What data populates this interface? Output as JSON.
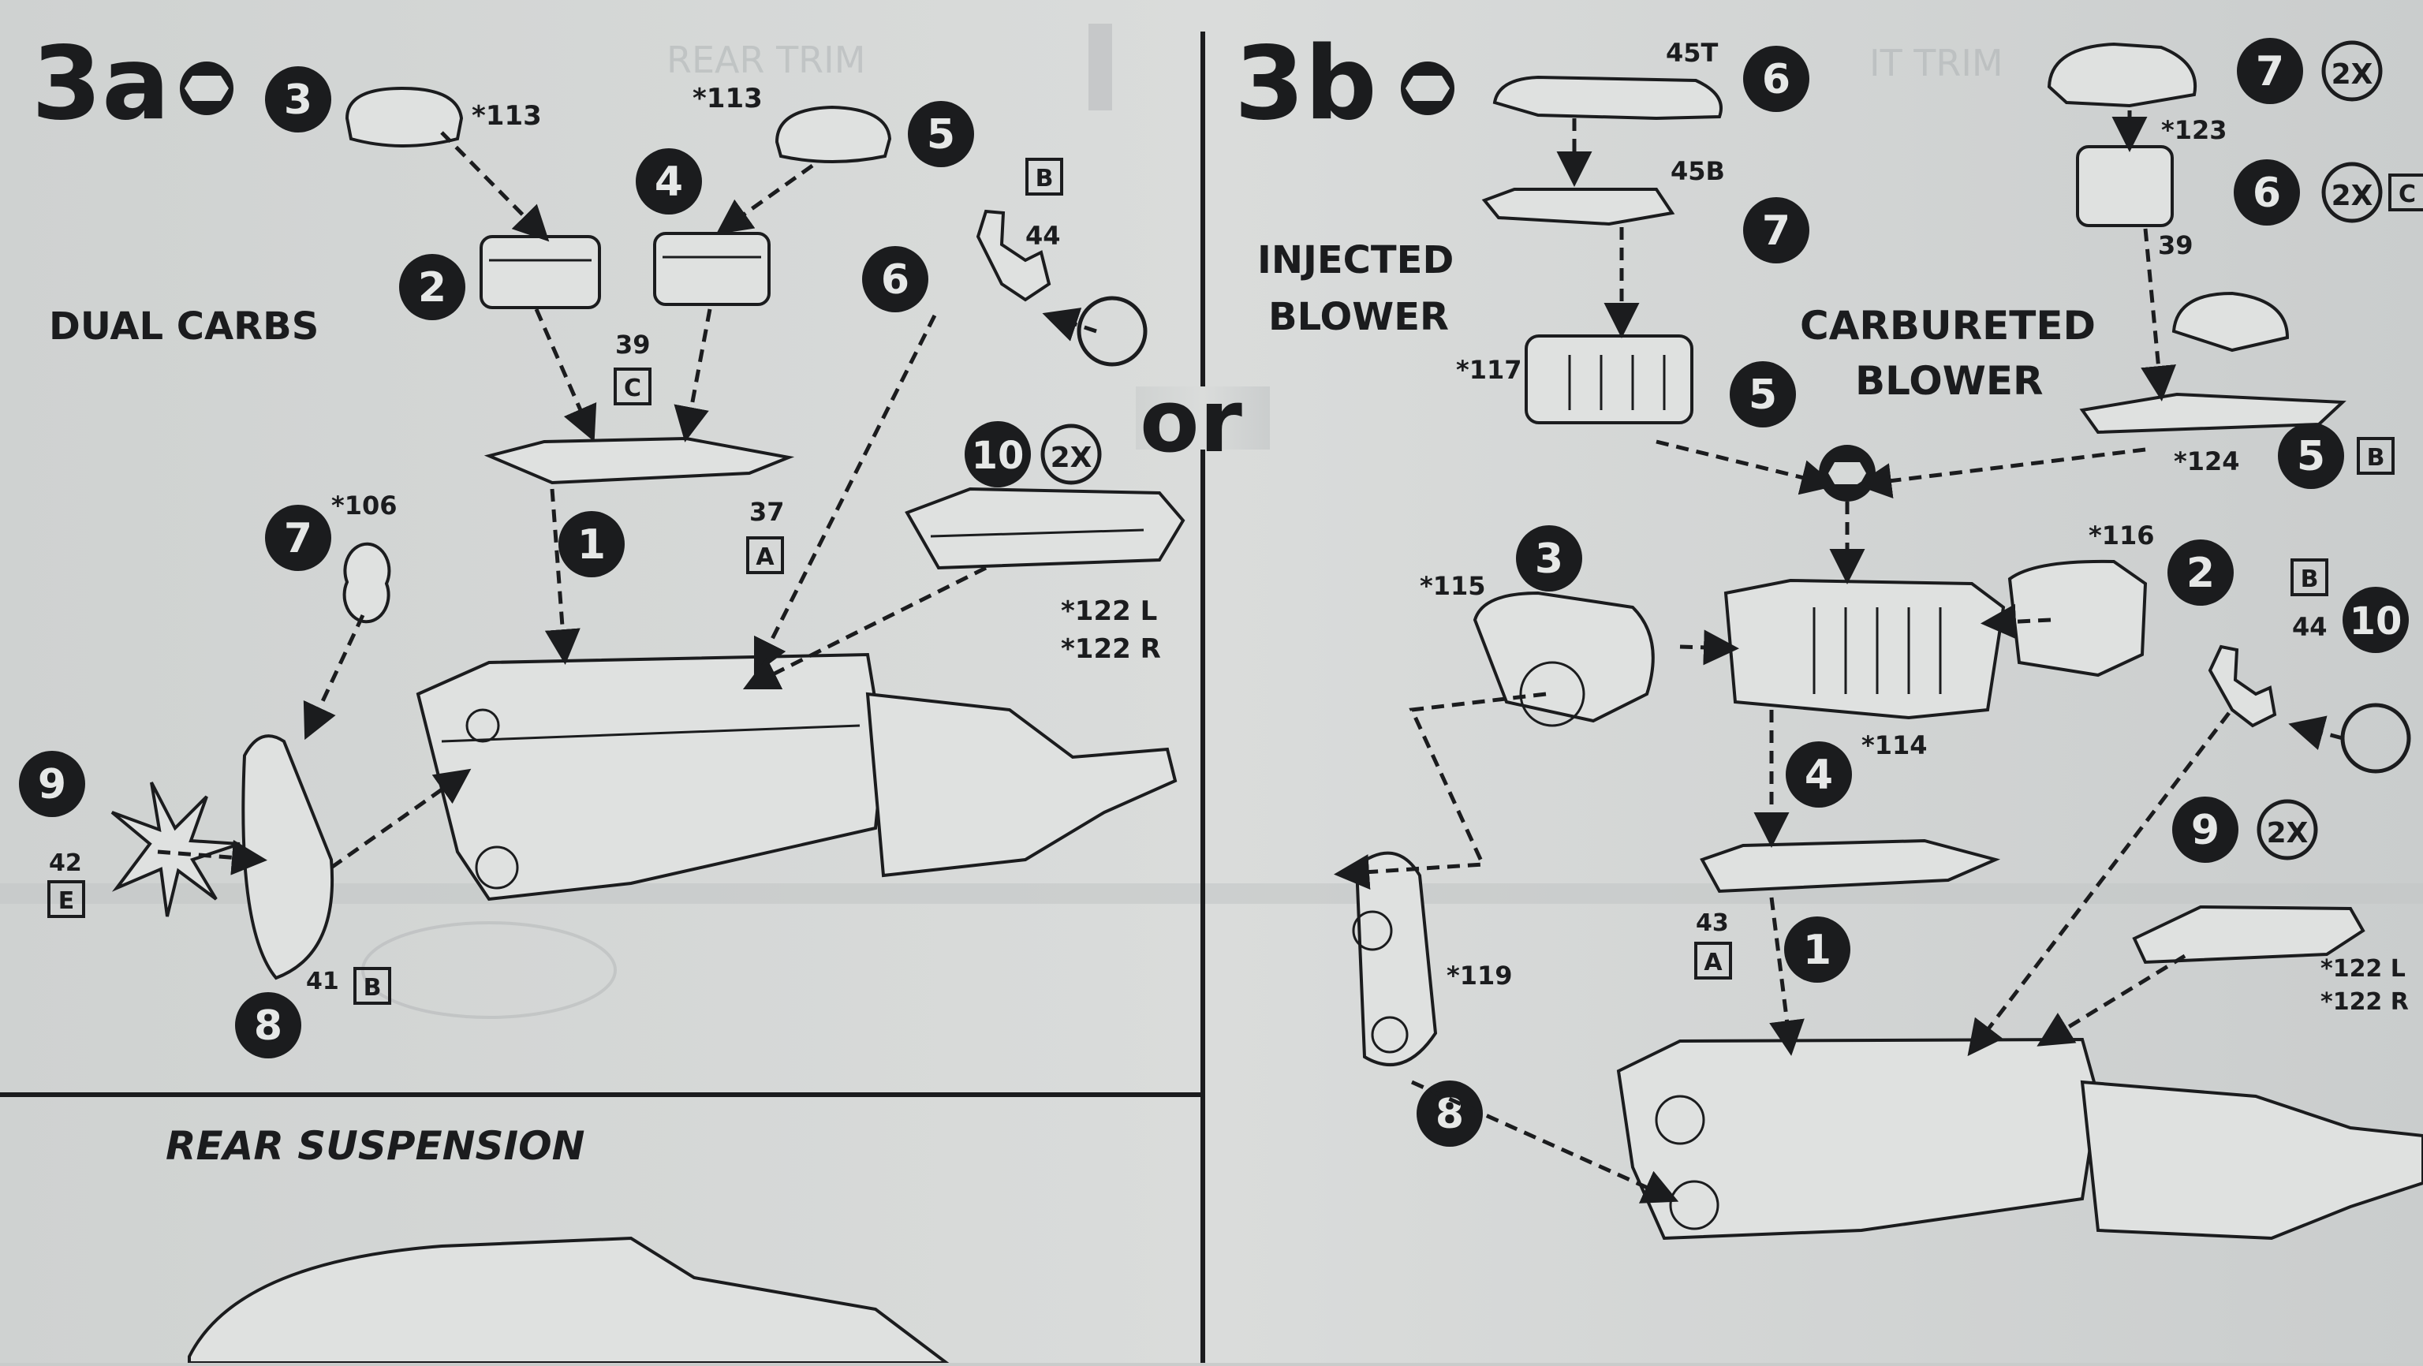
{
  "sheet": {
    "paper_color": "#d6d9d8",
    "ink_color": "#1b1c1e",
    "faint_ink_color": "#aab0b3"
  },
  "step_a": {
    "heading": "3a",
    "title": "DUAL CARBS",
    "parts": [
      {
        "step": "3",
        "part": "*113"
      },
      {
        "step": "5",
        "part": "*113"
      },
      {
        "step": "4",
        "part": ""
      },
      {
        "step": "2",
        "part": ""
      },
      {
        "step": "6",
        "part": "44",
        "sprue": "B"
      },
      {
        "step": "1",
        "part": "37",
        "sprue": "A"
      },
      {
        "step": "10",
        "qty": "2X",
        "part": "*122 L",
        "part2": "*122 R"
      },
      {
        "step": "7",
        "part": "*106"
      },
      {
        "step": "9",
        "part": "42",
        "sprue": "E"
      },
      {
        "step": "8",
        "part": "41",
        "sprue": "B"
      }
    ],
    "manifold_part": "39",
    "manifold_sprue": "C"
  },
  "divider_word": "or",
  "step_b": {
    "heading": "3b",
    "left_title": "INJECTED",
    "left_title2": "BLOWER",
    "right_title": "CARBURETED",
    "right_title2": "BLOWER",
    "parts": [
      {
        "step": "6",
        "part": "45T"
      },
      {
        "step": "7",
        "part": "45B"
      },
      {
        "step": "5",
        "part": "*117"
      },
      {
        "step": "7",
        "qty": "2X",
        "part": "*123"
      },
      {
        "step": "6",
        "qty": "2X",
        "part": "39",
        "sprue": "C"
      },
      {
        "step": "5",
        "part": "*124",
        "sprue": "B"
      },
      {
        "step": "3",
        "part": "*115"
      },
      {
        "step": "2",
        "part": "*116"
      },
      {
        "step": "10",
        "part": "44",
        "sprue": "B"
      },
      {
        "step": "4",
        "part": "*114"
      },
      {
        "step": "9",
        "qty": "2X",
        "part": "*122 L",
        "part2": "*122 R"
      },
      {
        "step": "1",
        "part": "43",
        "sprue": "A"
      },
      {
        "step": "8",
        "part": "*119"
      }
    ]
  },
  "lower_section": {
    "title": "REAR SUSPENSION"
  },
  "ghost_text": {
    "left": "REAR TRIM",
    "right": "IT TRIM"
  }
}
